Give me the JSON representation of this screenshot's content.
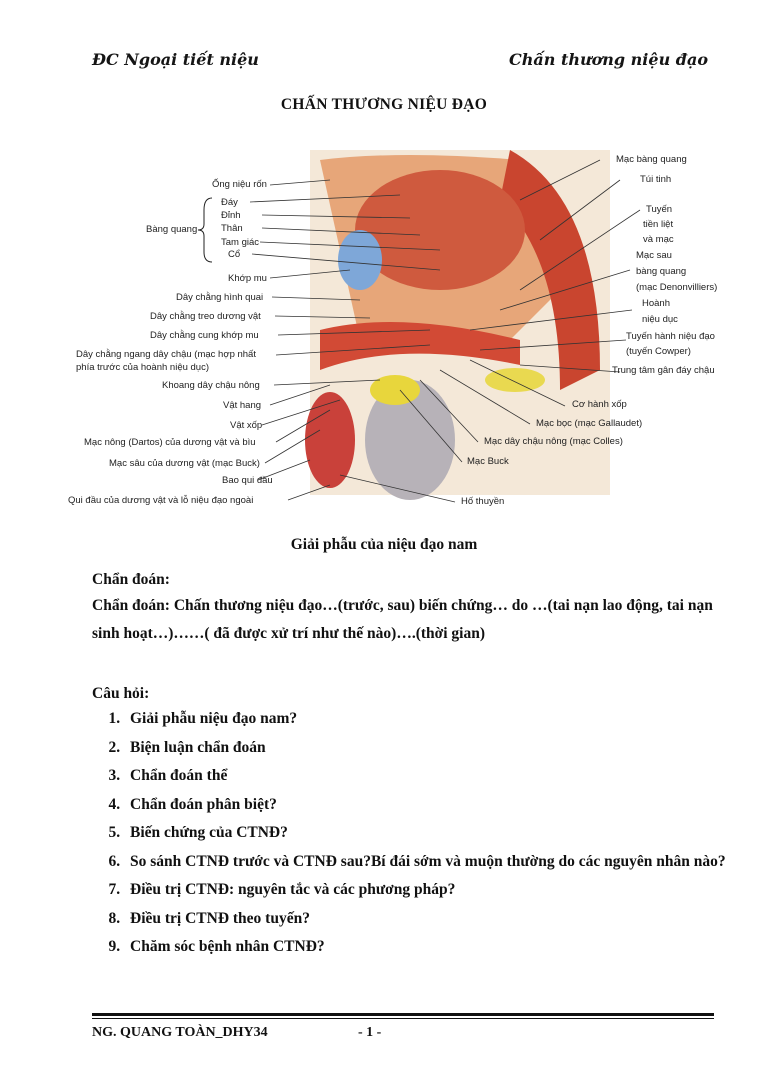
{
  "header": {
    "left": "ĐC Ngoại tiết niệu",
    "right": "Chấn thương niệu đạo"
  },
  "title": "CHẤN THƯƠNG NIỆU ĐẠO",
  "figure": {
    "labels_left": [
      "Ống niệu rốn",
      "Đáy",
      "Đỉnh",
      "Thân",
      "Tam giác",
      "Cổ",
      "Bàng quang",
      "Khớp mu",
      "Dây chằng hình quai",
      "Dây chằng treo dương vật",
      "Dây chằng cung khớp mu",
      "Dây chằng ngang dây chậu (mạc hợp nhất",
      "phía trước của hoành niệu dục)",
      "Khoang dây chậu nông",
      "Vật hang",
      "Vật xốp",
      "Mạc nông (Dartos) của dương vật và bìu",
      "Mạc sâu của dương vật (mạc Buck)",
      "Bao qui đầu",
      "Qui đầu của dương vật và lỗ niệu đạo ngoài"
    ],
    "labels_right": [
      "Mạc bàng quang",
      "Túi tinh",
      "Tuyến",
      "tiền liệt",
      "và mạc",
      "Mạc sau",
      "bàng quang",
      "(mạc Denonvilliers)",
      "Hoành",
      "niệu dục",
      "Tuyến hành niệu đạo",
      "(tuyến Cowper)",
      "Trung tâm gân đáy chậu",
      "Cơ hành xốp",
      "Mạc bọc (mạc Gallaudet)",
      "Mạc dây chậu nông (mạc Colles)",
      "Mạc Buck",
      "Hố thuyền"
    ]
  },
  "caption": "Giải phẫu của niệu đạo nam",
  "diagnosis": {
    "heading": "Chẩn đoán:",
    "text": "Chẩn đoán: Chấn thương niệu đạo…(trước, sau) biến chứng… do …(tai nạn lao động, tai nạn sinh hoạt…)……( đã được xử trí như thế nào)….(thời gian)"
  },
  "questions": {
    "heading": "Câu hỏi:",
    "items": [
      "Giải phẫu niệu đạo nam?",
      "Biện luận chẩn đoán",
      "Chẩn đoán thể",
      "Chẩn đoán phân biệt?",
      "Biến chứng của CTNĐ?",
      "So sánh CTNĐ trước và CTNĐ sau?Bí đái sớm và muộn thường do các nguyên nhân nào?",
      "Điều trị CTNĐ: nguyên tắc và các phương pháp?",
      "Điều trị CTNĐ theo tuyến?",
      "Chăm sóc bệnh nhân CTNĐ?"
    ]
  },
  "footer": {
    "author": "NG. QUANG TOÀN_DHY34",
    "page": "- 1 -"
  }
}
